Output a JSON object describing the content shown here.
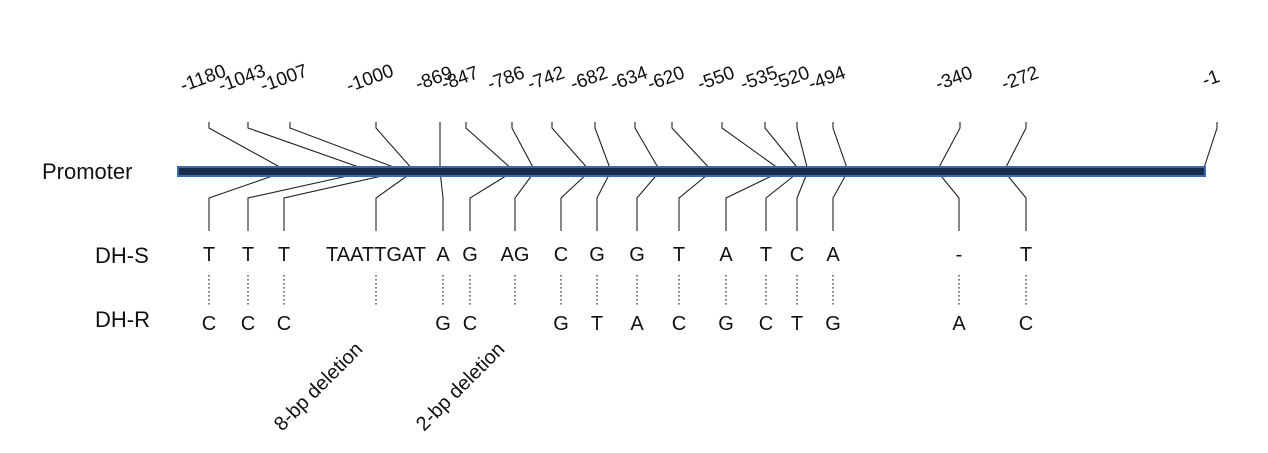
{
  "promoter_label": "Promoter",
  "promoter_color": "#1a2a4a",
  "promoter_outline_color": "#3a6aa8",
  "rows": {
    "susceptible": "DH-S",
    "resistant": "DH-R"
  },
  "variants": [
    {
      "position": "-1180",
      "dh_s": "T",
      "dh_r": "C"
    },
    {
      "position": "-1043",
      "dh_s": "T",
      "dh_r": "C"
    },
    {
      "position": "-1007",
      "dh_s": "T",
      "dh_r": "C"
    },
    {
      "position": "-1000",
      "dh_s": "TAATTGAT",
      "dh_r": "",
      "note": "8-bp deletion"
    },
    {
      "position": "-869",
      "dh_s": "A",
      "dh_r": "G"
    },
    {
      "position": "-847",
      "dh_s": "G",
      "dh_r": "C"
    },
    {
      "position": "-786",
      "dh_s": "AG",
      "dh_r": "",
      "note": "2-bp deletion"
    },
    {
      "position": "-742",
      "dh_s": "C",
      "dh_r": "G"
    },
    {
      "position": "-682",
      "dh_s": "G",
      "dh_r": "T"
    },
    {
      "position": "-634",
      "dh_s": "G",
      "dh_r": "A"
    },
    {
      "position": "-620",
      "dh_s": "T",
      "dh_r": "C"
    },
    {
      "position": "-550",
      "dh_s": "A",
      "dh_r": "G"
    },
    {
      "position": "-535",
      "dh_s": "T",
      "dh_r": "C"
    },
    {
      "position": "-520",
      "dh_s": "C",
      "dh_r": "T"
    },
    {
      "position": "-494",
      "dh_s": "A",
      "dh_r": "G"
    },
    {
      "position": "-340",
      "dh_s": "-",
      "dh_r": "A"
    },
    {
      "position": "-272",
      "dh_s": "T",
      "dh_r": "C"
    },
    {
      "position": "-1"
    }
  ]
}
